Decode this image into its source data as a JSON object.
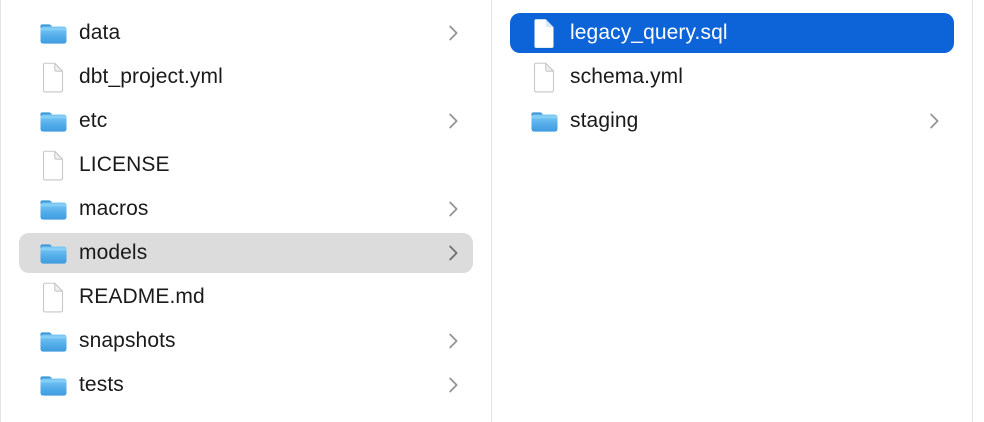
{
  "app": "finder-column-view",
  "colors": {
    "selection_active": "#0d63d8",
    "selection_inactive": "#dcdcdc",
    "divider": "#e3e3e3",
    "text": "#1a1a1a",
    "text_selected": "#ffffff",
    "chevron": "#959595",
    "folder_blue_top": "#7dc9f4",
    "folder_blue_bottom": "#3f9bdf",
    "background": "#ffffff"
  },
  "columns": [
    {
      "name": "column-1",
      "items": [
        {
          "label": "data",
          "type": "folder",
          "chevron": true,
          "selected": null
        },
        {
          "label": "dbt_project.yml",
          "type": "file",
          "chevron": false,
          "selected": null
        },
        {
          "label": "etc",
          "type": "folder",
          "chevron": true,
          "selected": null
        },
        {
          "label": "LICENSE",
          "type": "file",
          "chevron": false,
          "selected": null
        },
        {
          "label": "macros",
          "type": "folder",
          "chevron": true,
          "selected": null
        },
        {
          "label": "models",
          "type": "folder",
          "chevron": true,
          "selected": "inactive"
        },
        {
          "label": "README.md",
          "type": "file",
          "chevron": false,
          "selected": null
        },
        {
          "label": "snapshots",
          "type": "folder",
          "chevron": true,
          "selected": null
        },
        {
          "label": "tests",
          "type": "folder",
          "chevron": true,
          "selected": null
        }
      ]
    },
    {
      "name": "column-2",
      "items": [
        {
          "label": "legacy_query.sql",
          "type": "file",
          "chevron": false,
          "selected": "active"
        },
        {
          "label": "schema.yml",
          "type": "file",
          "chevron": false,
          "selected": null
        },
        {
          "label": "staging",
          "type": "folder",
          "chevron": true,
          "selected": null
        }
      ]
    },
    {
      "name": "column-3",
      "items": []
    }
  ]
}
